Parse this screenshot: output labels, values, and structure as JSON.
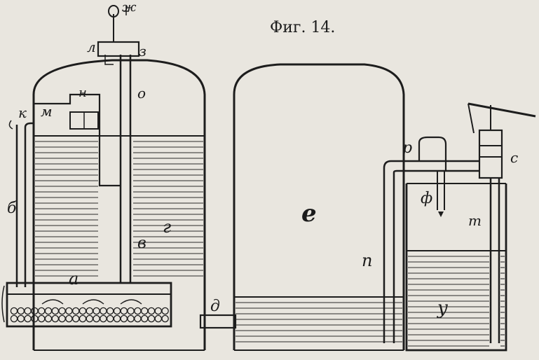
{
  "caption": "Фиг. 14.",
  "labels": {
    "a": "а",
    "b": "б",
    "v": "в",
    "g": "г",
    "d": "д",
    "e": "е",
    "zh": "ж",
    "z": "з",
    "k": "к",
    "l": "л",
    "m": "м",
    "n": "н",
    "o": "о",
    "p": "п",
    "r": "р",
    "s": "с",
    "t": "т",
    "u": "у",
    "f": "ф"
  },
  "colors": {
    "ink": "#1d1d1d",
    "paper": "#e9e6df"
  }
}
